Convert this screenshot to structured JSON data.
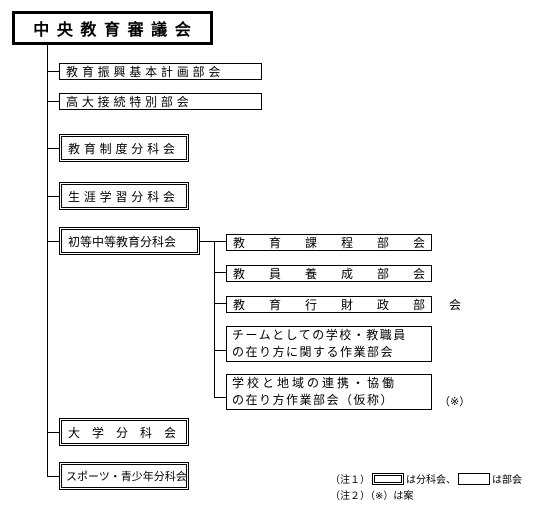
{
  "root": "中 央 教 育 審 議 会",
  "branches": [
    {
      "id": "b1",
      "label": "教 育 振 興 基 本 計 画 部 会"
    },
    {
      "id": "b2",
      "label": "高 大 接 続 特 別 部 会"
    },
    {
      "id": "b3",
      "label": "教 育 制 度 分 科 会"
    },
    {
      "id": "b4",
      "label": "生 涯 学 習 分 科 会"
    },
    {
      "id": "b5",
      "label": "初等中等教育分科会"
    },
    {
      "id": "b6",
      "label": "大　学　分　科　会"
    },
    {
      "id": "b7",
      "label": "スポーツ・青少年分科会"
    }
  ],
  "sub_branches": [
    {
      "id": "s1",
      "label": "教　　育　　課　　程　　部　　会"
    },
    {
      "id": "s2",
      "label": "教　　員　　養　　成　　部　　会"
    },
    {
      "id": "s3",
      "label": "教　　育　　行　　財　　政　　部　　会"
    },
    {
      "id": "s4",
      "line1": "チームとしての学校・教職員",
      "line2": "の在り方に関する作業部会"
    },
    {
      "id": "s5",
      "line1": "学校と地域の連携・協働",
      "line2": "の在り方作業部会（仮称）"
    }
  ],
  "mark": "（※）",
  "notes": {
    "note1_prefix": "（注１）",
    "note1_mid": "は分科会、",
    "note1_end": "は部会",
    "note2": "（注２）（※）は案"
  }
}
